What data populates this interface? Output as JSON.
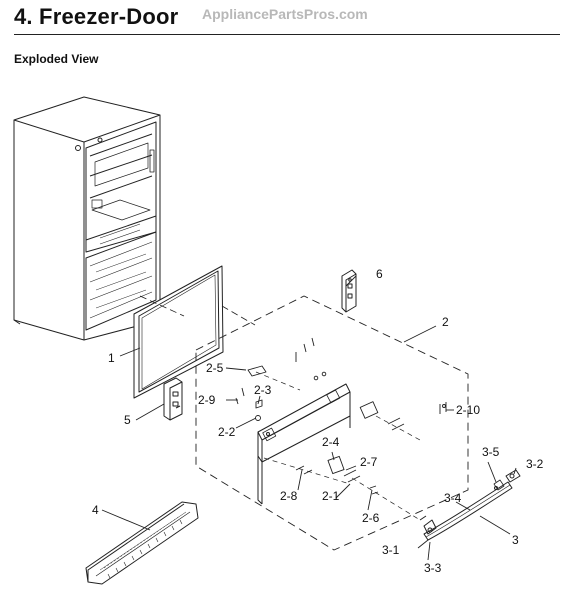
{
  "header": {
    "title": "4.  Freezer-Door",
    "brand": "AppliancePartsPros.com",
    "subtitle": "Exploded View"
  },
  "callouts": {
    "c1": "1",
    "c2": "2",
    "c2_1": "2-1",
    "c2_2": "2-2",
    "c2_3": "2-3",
    "c2_4": "2-4",
    "c2_5": "2-5",
    "c2_6": "2-6",
    "c2_7": "2-7",
    "c2_8": "2-8",
    "c2_9": "2-9",
    "c2_10": "2-10",
    "c3": "3",
    "c3_1": "3-1",
    "c3_2": "3-2",
    "c3_3": "3-3",
    "c3_4": "3-4",
    "c3_5": "3-5",
    "c4": "4",
    "c5": "5",
    "c6": "6"
  }
}
